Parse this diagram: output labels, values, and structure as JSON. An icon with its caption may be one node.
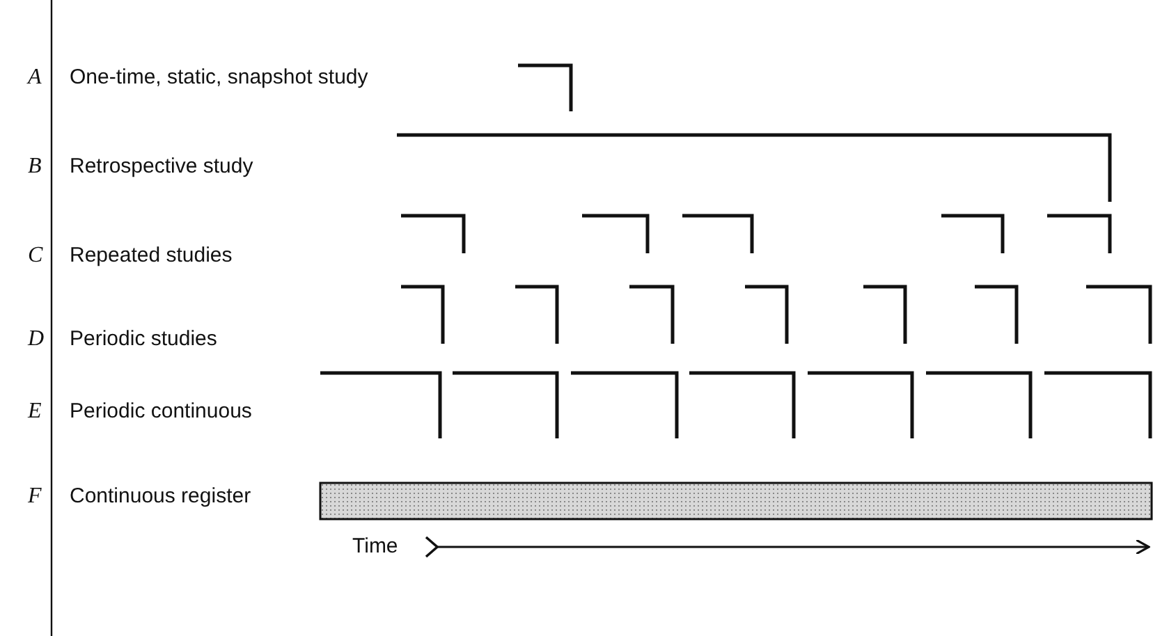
{
  "diagram": {
    "labels": [
      "A",
      "One-time, static, snapshot study",
      "B",
      "Retrospective study",
      "C",
      "Repeated studies",
      "D",
      "Periodic studies",
      "E",
      "Periodic continuous",
      "F",
      "Continuous register",
      "Time"
    ]
  }
}
